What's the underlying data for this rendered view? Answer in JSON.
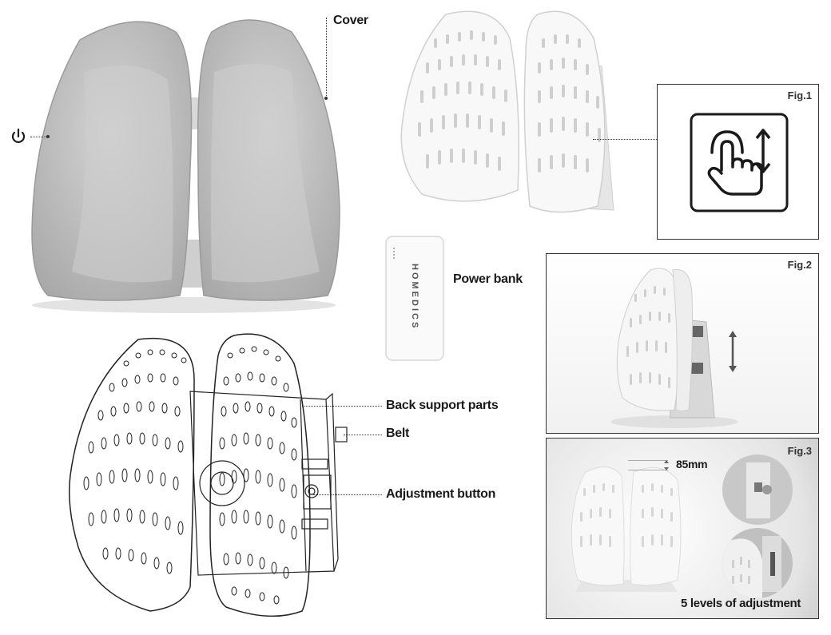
{
  "labels": {
    "cover": "Cover",
    "power_bank": "Power bank",
    "back_support_parts": "Back support parts",
    "belt": "Belt",
    "adjustment_button": "Adjustment button"
  },
  "power_bank_brand": "HOMEDICS",
  "figures": {
    "fig1": {
      "label": "Fig.1",
      "icon": "touch-up-down-icon"
    },
    "fig2": {
      "label": "Fig.2",
      "icon": "up-down-arrow-icon"
    },
    "fig3": {
      "label": "Fig.3",
      "measurement": "85mm",
      "caption": "5 levels of adjustment"
    }
  },
  "icons": {
    "power": "power-icon"
  },
  "colors": {
    "cover": "#c8c8c8",
    "frame": "#f2f2f2",
    "line": "#333333"
  }
}
